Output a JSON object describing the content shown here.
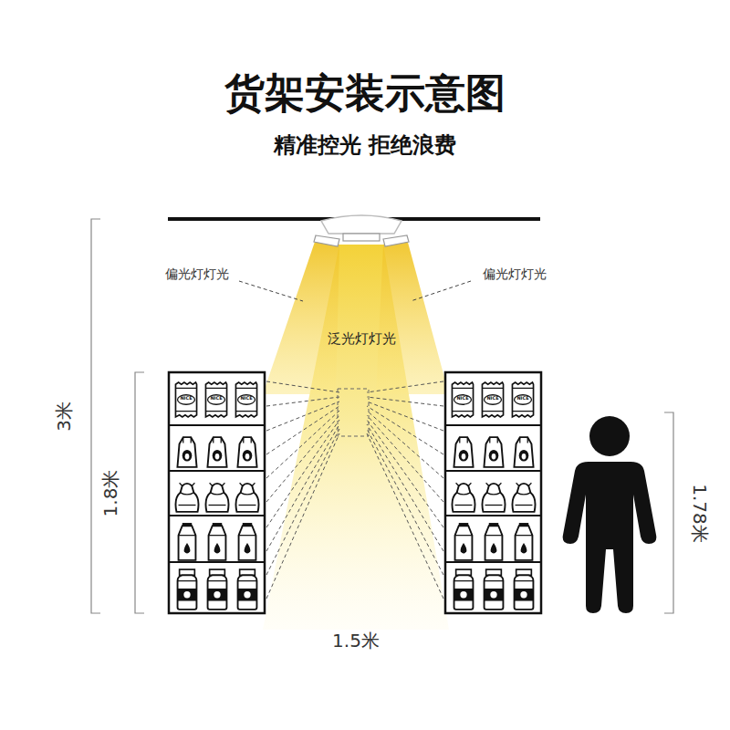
{
  "diagram": {
    "title": "货架安装示意图",
    "labels": [
      "精准控光 拒绝浪费",
      "偏光灯灯光",
      "偏光灯灯光",
      "泛光灯灯光",
      "NICE",
      "NICE",
      "NICE",
      "NICE",
      "NICE",
      "NICE",
      "3米",
      "1.8米",
      "1.78米",
      "1.5米"
    ]
  }
}
